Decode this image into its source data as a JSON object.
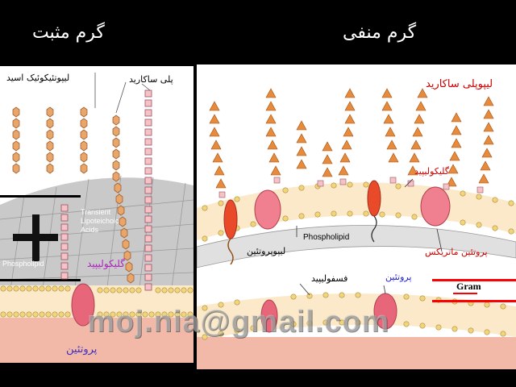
{
  "titles": {
    "gram_positive": "گرم مثبت",
    "gram_negative": "گرم منفی"
  },
  "left_labels": {
    "lipoteichoic_acid": "لیپوتئیکوئیک اسید",
    "polysaccharide": "پلی ساکارید",
    "transient_lipoteichoic_acids": "Transient Lipoteichoic Acids",
    "phospholipid": "Phospholipid",
    "glycolipid": "گلیکولیپید",
    "protein": "پروتئین"
  },
  "right_labels": {
    "lipopolysaccharide": "لیپوپلی ساکارید",
    "glycolipid": "گلیکولیپید",
    "phospholipid": "Phospholipid",
    "lipoprotein": "لیپوپروتئین",
    "matrix_protein": "پروتئین ماتریکس",
    "phospholipid_fa": "فسفولیپید",
    "protein": "پروتئین",
    "gram": "Gram"
  },
  "watermark": "moj.nia@gmail.com",
  "colors": {
    "background": "#000000",
    "triangle": "#e88a3c",
    "polysaccharide_square": "#f3c3c8",
    "protein": "#e8667a",
    "lipoprotein": "#e84a2a",
    "label_red": "#cc0000",
    "label_purple": "#b020c0",
    "label_blue": "#2020cc",
    "gram_lines": "#ff0000"
  }
}
